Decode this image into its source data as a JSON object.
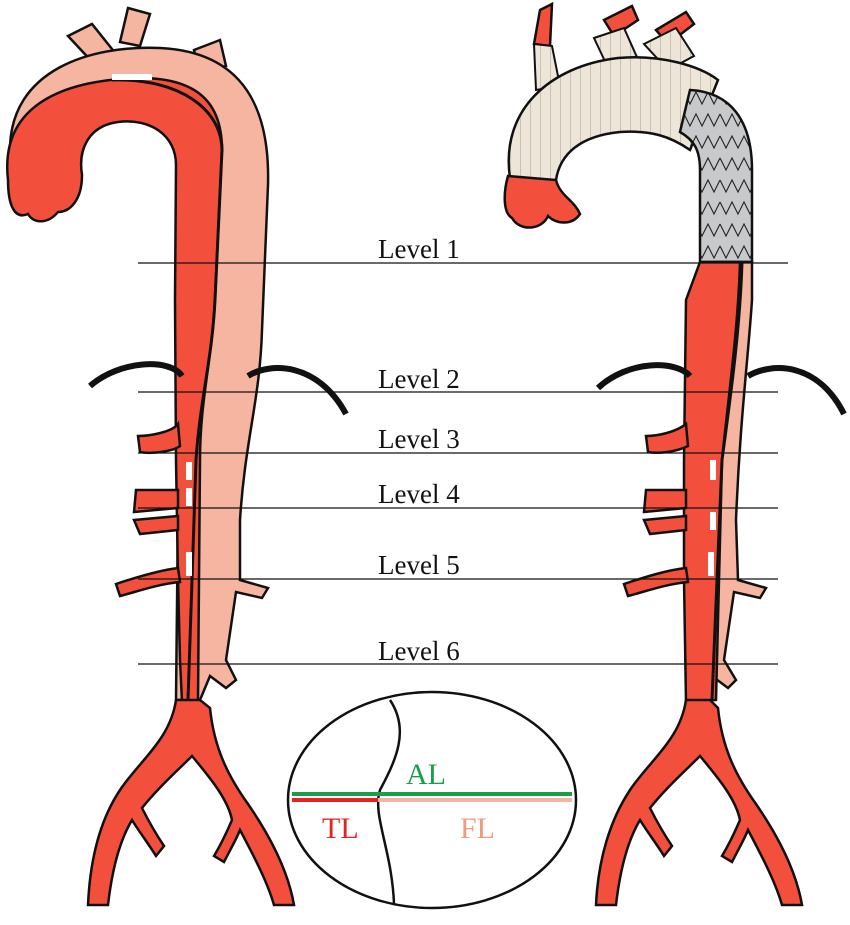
{
  "levels": [
    {
      "label": "Level 1"
    },
    {
      "label": "Level 2"
    },
    {
      "label": "Level 3"
    },
    {
      "label": "Level 4"
    },
    {
      "label": "Level 5"
    },
    {
      "label": "Level 6"
    }
  ],
  "cross_section": {
    "axis_labels": {
      "al": "AL",
      "tl": "TL",
      "fl": "FL"
    }
  },
  "colors": {
    "true_lumen": "#f2503d",
    "false_lumen": "#f5b5a0",
    "graft": "#ede6d8",
    "stent_graft": "#c8c9cb",
    "outline": "#111111",
    "al_line": "#16a04a",
    "tl_line": "#e52222",
    "fl_line": "#f5b5a0"
  }
}
